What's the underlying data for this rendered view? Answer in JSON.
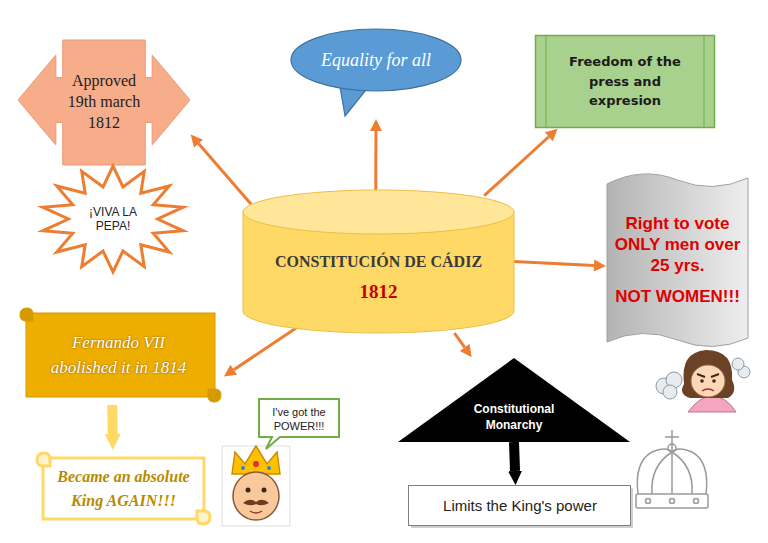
{
  "diagram": {
    "nodes": [
      {
        "text": [
          "Approved 19th march 1812"
        ]
      },
      {
        "text": [
          "¡VIVA LA PEPA!"
        ]
      },
      {
        "text": [
          "Equality for all"
        ]
      },
      {
        "text": [
          "Freedom of the press and expresion"
        ]
      },
      {
        "text": [
          "CONSTITUCIÓN DE CÁDIZ",
          "1812"
        ]
      },
      {
        "text": [
          "Right to vote ONLY men over 25 yrs.",
          "NOT WOMEN!!!"
        ]
      },
      {
        "text": [
          "Fernando VII abolished it in 1814"
        ]
      },
      {
        "text": [
          "Became an absolute King AGAIN!!!"
        ]
      },
      {
        "text": [
          "I've got the POWER!!!"
        ]
      },
      {
        "text": [
          "Constitutional Monarchy"
        ]
      },
      {
        "text": [
          "Limits the King's power"
        ]
      }
    ],
    "edges": [
      {
        "from": 4,
        "to": 0,
        "arrow": "to"
      },
      {
        "from": 4,
        "to": 2,
        "arrow": "to"
      },
      {
        "from": 4,
        "to": 3,
        "arrow": "to"
      },
      {
        "from": 4,
        "to": 5,
        "arrow": "to"
      },
      {
        "from": 4,
        "to": 6,
        "arrow": "to"
      },
      {
        "from": 4,
        "to": 9,
        "arrow": "to"
      },
      {
        "from": 6,
        "to": 7,
        "arrow": "to"
      },
      {
        "from": 9,
        "to": 10,
        "arrow": "to"
      }
    ]
  }
}
